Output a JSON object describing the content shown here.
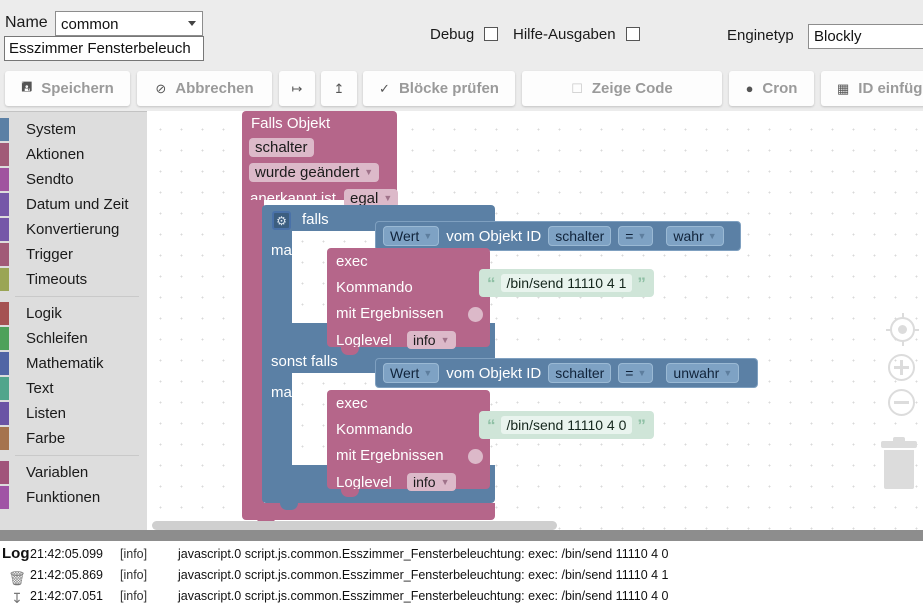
{
  "header": {
    "name_label": "Name",
    "name_value": "common",
    "script_name": "Esszimmer Fensterbeleuch",
    "debug_label": "Debug",
    "help_label": "Hilfe-Ausgaben",
    "engine_label": "Enginetyp",
    "engine_value": "Blockly"
  },
  "toolbar": {
    "save": "Speichern",
    "save_icon": "save-floppy-icon",
    "cancel": "Abbrechen",
    "cancel_icon": "cancel-circle-slash-icon",
    "export_icon": "download-icon",
    "import_icon": "upload-icon",
    "check": "Blöcke prüfen",
    "check_icon": "checkmark-icon",
    "code": "Zeige Code",
    "code_icon": "code-page-icon",
    "cron": "Cron",
    "cron_icon": "clock-icon",
    "insert_id": "ID einfüg",
    "insert_id_icon": "list-id-icon"
  },
  "toolbox": {
    "groups": [
      {
        "items": [
          {
            "label": "System",
            "color": "#5b80a5"
          },
          {
            "label": "Aktionen",
            "color": "#a15a77"
          },
          {
            "label": "Sendto",
            "color": "#a0539f"
          },
          {
            "label": "Datum und Zeit",
            "color": "#7557a8"
          },
          {
            "label": "Konvertierung",
            "color": "#7557a8"
          },
          {
            "label": "Trigger",
            "color": "#a15a77"
          },
          {
            "label": "Timeouts",
            "color": "#9aa555"
          }
        ]
      },
      {
        "items": [
          {
            "label": "Logik",
            "color": "#a55252"
          },
          {
            "label": "Schleifen",
            "color": "#4ea15a"
          },
          {
            "label": "Mathematik",
            "color": "#5165a5"
          },
          {
            "label": "Text",
            "color": "#51a58c"
          },
          {
            "label": "Listen",
            "color": "#6a54a5"
          },
          {
            "label": "Farbe",
            "color": "#a5734e"
          }
        ]
      },
      {
        "items": [
          {
            "label": "Variablen",
            "color": "#a1547a"
          },
          {
            "label": "Funktionen",
            "color": "#a054a5"
          }
        ]
      }
    ]
  },
  "workspace": {
    "trigger": {
      "title": "Falls Objekt",
      "object_id": "schalter",
      "event": "wurde geändert",
      "ack_label": "anerkannt ist",
      "ack_value": "egal"
    },
    "if_block": {
      "if_label": "falls",
      "do_label": "mache",
      "elseif_label": "sonst falls",
      "elsedo_label": "mache",
      "mutator_icon": "gear-icon"
    },
    "condition_1": {
      "selector": "Wert",
      "text": "vom Objekt ID",
      "object_id": "schalter",
      "operator": "=",
      "value": "wahr"
    },
    "condition_2": {
      "selector": "Wert",
      "text": "vom Objekt ID",
      "object_id": "schalter",
      "operator": "=",
      "value": "unwahr"
    },
    "exec_1": {
      "title": "exec",
      "cmd_label": "Kommando",
      "results_label": "mit Ergebnissen",
      "loglevel_label": "Loglevel",
      "loglevel_value": "info",
      "command": "/bin/send 11110 4 1"
    },
    "exec_2": {
      "title": "exec",
      "cmd_label": "Kommando",
      "results_label": "mit Ergebnissen",
      "loglevel_label": "Loglevel",
      "loglevel_value": "info",
      "command": "/bin/send 11110 4 0"
    },
    "controls": {
      "center_icon": "zoom-center-icon",
      "zoom_in_icon": "zoom-in-icon",
      "zoom_out_icon": "zoom-out-icon",
      "trash_icon": "trash-icon"
    }
  },
  "log": {
    "title": "Log",
    "clear_icon": "trash-icon",
    "download_icon": "download-icon",
    "rows": [
      {
        "time": "21:42:05.099",
        "severity": "[info]",
        "message": "javascript.0 script.js.common.Esszimmer_Fensterbeleuchtung: exec: /bin/send 11110 4 0"
      },
      {
        "time": "21:42:05.869",
        "severity": "[info]",
        "message": "javascript.0 script.js.common.Esszimmer_Fensterbeleuchtung: exec: /bin/send 11110 4 1"
      },
      {
        "time": "21:42:07.051",
        "severity": "[info]",
        "message": "javascript.0 script.js.common.Esszimmer_Fensterbeleuchtung: exec: /bin/send 11110 4 0"
      }
    ]
  }
}
